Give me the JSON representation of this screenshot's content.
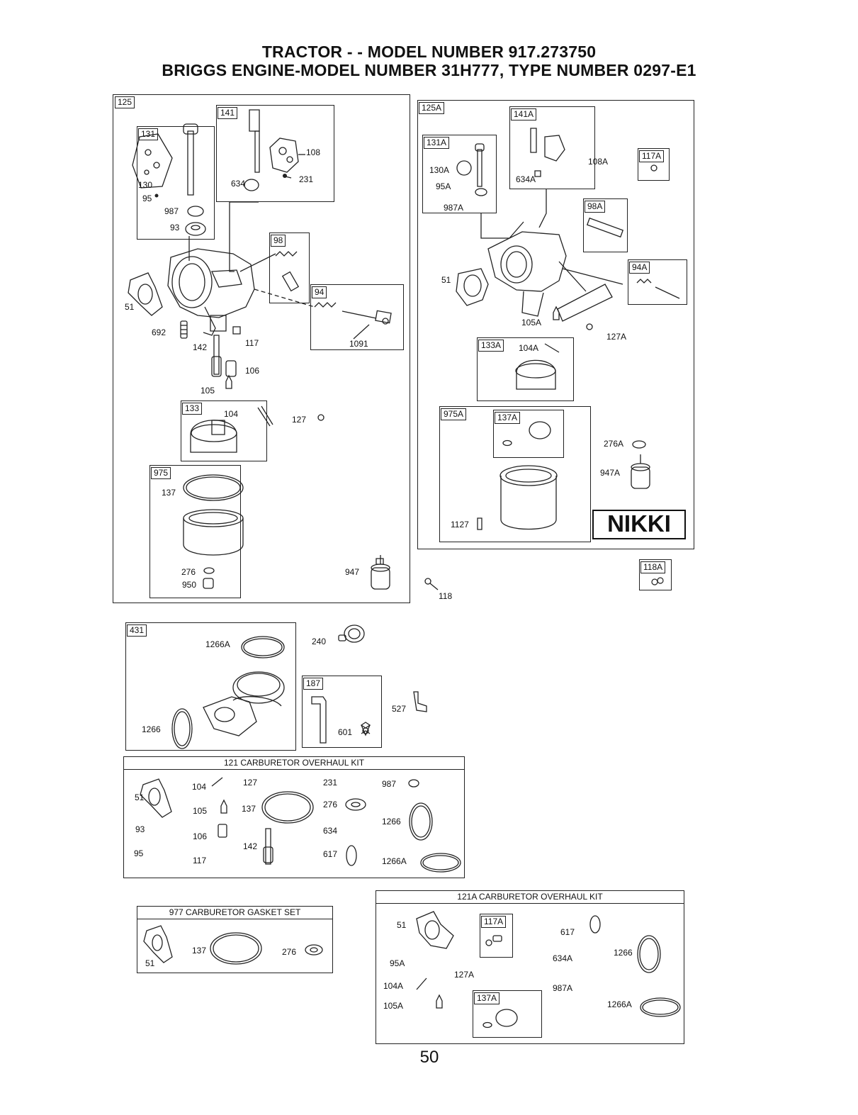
{
  "header": {
    "title": "TRACTOR - - MODEL NUMBER 917.273750",
    "subtitle": "BRIGGS ENGINE-MODEL NUMBER 31H777, TYPE NUMBER 0297-E1"
  },
  "left_group": {
    "tag": "125",
    "parts": {
      "131": "131",
      "141": "141",
      "108": "108",
      "231": "231",
      "634": "634",
      "130": "130",
      "95": "95",
      "987": "987",
      "93": "93",
      "98": "98",
      "94": "94",
      "1091": "1091",
      "51": "51",
      "692": "692",
      "142": "142",
      "117": "117",
      "106": "106",
      "105": "105",
      "133": "133",
      "104": "104",
      "127": "127",
      "975": "975",
      "137": "137",
      "276": "276",
      "950": "950",
      "947": "947"
    }
  },
  "right_group": {
    "tag": "125A",
    "brand": "NIKKI",
    "parts": {
      "131A": "131A",
      "141A": "141A",
      "117A": "117A",
      "108A": "108A",
      "130A": "130A",
      "95A": "95A",
      "634A": "634A",
      "987A": "987A",
      "98A": "98A",
      "94A": "94A",
      "51": "51",
      "105A": "105A",
      "127A": "127A",
      "133A": "133A",
      "104A": "104A",
      "975A": "975A",
      "137A": "137A",
      "276A": "276A",
      "947A": "947A",
      "1127": "1127"
    }
  },
  "loose_parts": {
    "118A": "118A",
    "118": "118",
    "240": "240",
    "527": "527"
  },
  "kit_431": {
    "tag": "431",
    "1266A": "1266A",
    "1266": "1266"
  },
  "kit_187": {
    "tag": "187",
    "601": "601"
  },
  "kit_121": {
    "title": "121 CARBURETOR OVERHAUL KIT",
    "labels": {
      "51": "51",
      "93": "93",
      "95": "95",
      "104": "104",
      "105": "105",
      "106": "106",
      "117": "117",
      "127": "127",
      "137": "137",
      "142": "142",
      "231": "231",
      "276": "276",
      "634": "634",
      "617": "617",
      "987": "987",
      "1266": "1266",
      "1266A": "1266A"
    }
  },
  "kit_977": {
    "title": "977 CARBURETOR GASKET SET",
    "labels": {
      "51": "51",
      "137": "137",
      "276": "276"
    }
  },
  "kit_121A": {
    "title": "121A CARBURETOR OVERHAUL KIT",
    "labels": {
      "51": "51",
      "95A": "95A",
      "104A": "104A",
      "105A": "105A",
      "117A": "117A",
      "127A": "127A",
      "137A": "137A",
      "617": "617",
      "634A": "634A",
      "987A": "987A",
      "1266": "1266",
      "1266A": "1266A"
    }
  },
  "page_number": "50"
}
